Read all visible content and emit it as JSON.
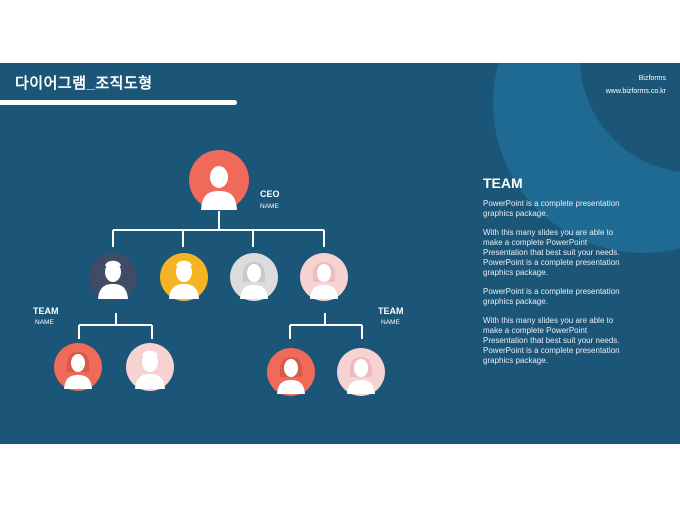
{
  "header": {
    "title": "다이어그램_조직도형",
    "brand": "Bizforms",
    "url": "www.bizforms.co.kr"
  },
  "chart": {
    "ceo": {
      "role": "CEO",
      "name": "NAME"
    },
    "team_left": {
      "label": "TEAM",
      "name": "NAME"
    },
    "team_right": {
      "label": "TEAM",
      "name": "NAME"
    }
  },
  "panel": {
    "heading": "TEAM",
    "paragraphs": [
      "PowerPoint is a complete presentation graphics package.",
      "With this many slides you are able to make a complete PowerPoint Presentation that best suit your needs. PowerPoint is a complete presentation graphics package.",
      "PowerPoint is a complete presentation graphics package.",
      "With this many slides you are able to make a complete PowerPoint Presentation that best suit your needs. PowerPoint is a complete presentation graphics package."
    ]
  },
  "colors": {
    "background": "#1b5577",
    "coral": "#f06a5a",
    "navy": "#404b66",
    "yellow": "#f5b523",
    "gray": "#dcdcdc",
    "pink": "#f7d2d2",
    "line": "#ffffff"
  }
}
